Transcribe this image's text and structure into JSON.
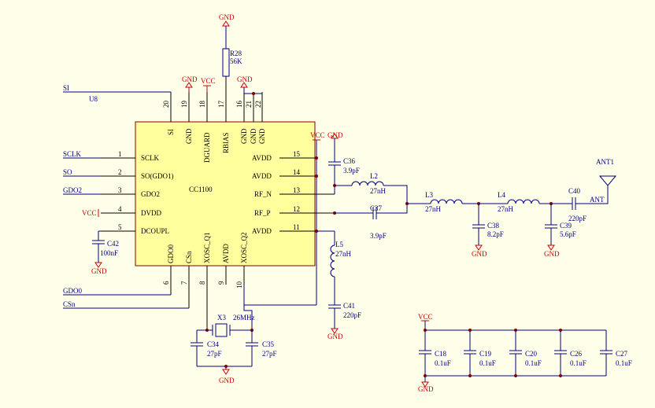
{
  "chip": {
    "ref": "U8",
    "name": "CC1100",
    "left_pins": [
      {
        "num": "1",
        "name": "SCLK"
      },
      {
        "num": "2",
        "name": "SO(GDO1)"
      },
      {
        "num": "3",
        "name": "GDO2"
      },
      {
        "num": "4",
        "name": "DVDD"
      },
      {
        "num": "5",
        "name": "DCOUPL"
      }
    ],
    "right_pins": [
      {
        "num": "15",
        "name": "AVDD"
      },
      {
        "num": "14",
        "name": "AVDD"
      },
      {
        "num": "13",
        "name": "RF_N"
      },
      {
        "num": "12",
        "name": "RF_P"
      },
      {
        "num": "11",
        "name": "AVDD"
      }
    ],
    "top_pins": [
      {
        "num": "20",
        "name": "SI"
      },
      {
        "num": "19",
        "name": "GND"
      },
      {
        "num": "18",
        "name": "DGUARD"
      },
      {
        "num": "17",
        "name": "RBIAS"
      },
      {
        "num": "16",
        "name": "GND"
      },
      {
        "num": "21",
        "name": "GND"
      },
      {
        "num": "22",
        "name": "GND"
      }
    ],
    "bottom_pins": [
      {
        "num": "6",
        "name": "GDO0"
      },
      {
        "num": "7",
        "name": "CSn"
      },
      {
        "num": "8",
        "name": "XOSC_Q1"
      },
      {
        "num": "9",
        "name": "AVDD"
      },
      {
        "num": "10",
        "name": "XOSC_Q2"
      }
    ]
  },
  "nets": {
    "si": "SI",
    "sclk": "SCLK",
    "so": "SO",
    "gdo2": "GDO2",
    "gdo0": "GDO0",
    "csn": "CSn",
    "ant": "ANT"
  },
  "power": {
    "gnd": "GND",
    "vcc": "VCC"
  },
  "components": {
    "r28": {
      "ref": "R28",
      "value": "56K"
    },
    "c42": {
      "ref": "C42",
      "value": "100nF"
    },
    "c36": {
      "ref": "C36",
      "value": "3.9pF"
    },
    "l2": {
      "ref": "L2",
      "value": "27nH"
    },
    "c37": {
      "ref": "C37",
      "value": "3.9pF"
    },
    "l3": {
      "ref": "L3",
      "value": "27nH"
    },
    "c38": {
      "ref": "C38",
      "value": "8.2pF"
    },
    "l4": {
      "ref": "L4",
      "value": "27nH"
    },
    "c39": {
      "ref": "C39",
      "value": "5.6pF"
    },
    "c40": {
      "ref": "C40",
      "value": "220pF"
    },
    "ant1": {
      "ref": "ANT1"
    },
    "l5": {
      "ref": "L5",
      "value": "27nH"
    },
    "c41": {
      "ref": "C41",
      "value": "220pF"
    },
    "x3": {
      "ref": "X3",
      "value": "26MHz"
    },
    "c34": {
      "ref": "C34",
      "value": "27pF"
    },
    "c35": {
      "ref": "C35",
      "value": "27pF"
    },
    "c18": {
      "ref": "C18",
      "value": "0.1uF"
    },
    "c19": {
      "ref": "C19",
      "value": "0.1uF"
    },
    "c20": {
      "ref": "C20",
      "value": "0.1uF"
    },
    "c26": {
      "ref": "C26",
      "value": "0.1uF"
    },
    "c27": {
      "ref": "C27",
      "value": "0.1uF"
    }
  }
}
